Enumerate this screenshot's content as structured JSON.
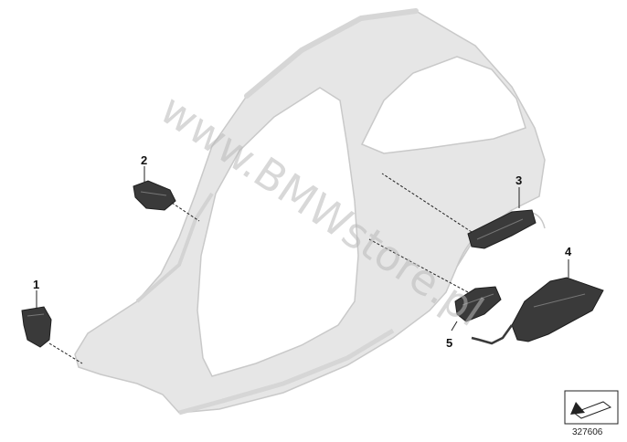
{
  "parts": [
    {
      "id": "part-1",
      "label": "1"
    },
    {
      "id": "part-2",
      "label": "2"
    },
    {
      "id": "part-3",
      "label": "3"
    },
    {
      "id": "part-4",
      "label": "4"
    },
    {
      "id": "part-5",
      "label": "5"
    }
  ],
  "watermark": "www.BMWstore.pl",
  "reference_number": "327606",
  "colors": {
    "body_panel": "#e6e6e6",
    "body_edge": "#c9c9c9",
    "part_dark": "#3a3a3a",
    "watermark": "#b9b9b9"
  },
  "icons": [
    "arrow-legend-icon"
  ]
}
